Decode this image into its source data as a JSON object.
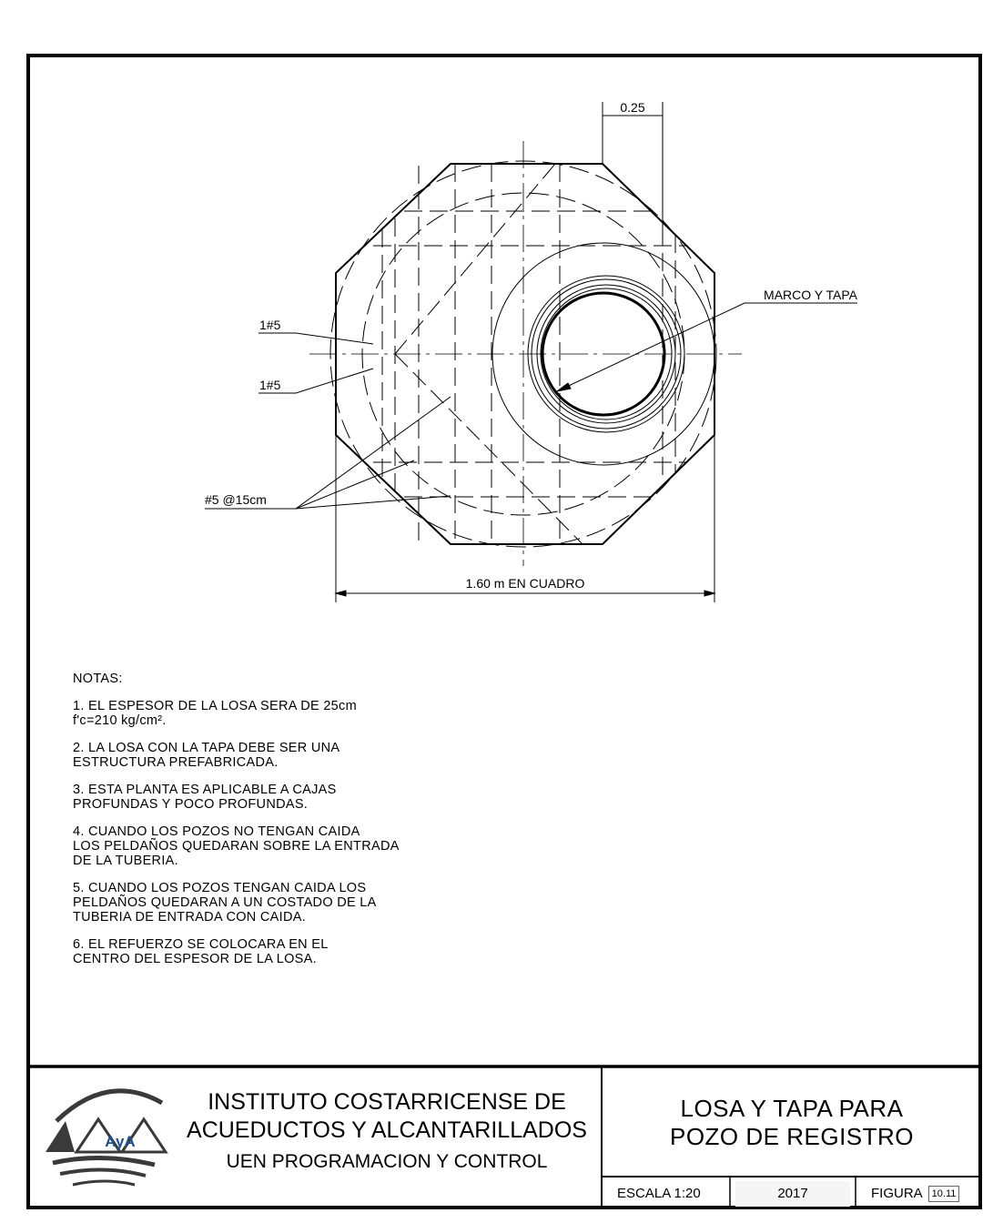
{
  "drawing": {
    "labels": {
      "dim_top": "0.25",
      "marco_y_tapa": "MARCO Y TAPA",
      "bar_1": "1#5",
      "bar_2": "1#5",
      "bar_spacing": "#5 @15cm",
      "dim_bottom": "1.60 m EN CUADRO"
    }
  },
  "notes": {
    "heading": "NOTAS:",
    "items": [
      "1. EL ESPESOR DE LA LOSA SERA DE 25cm\nf'c=210 kg/cm².",
      "2. LA LOSA CON LA TAPA DEBE SER UNA\nESTRUCTURA PREFABRICADA.",
      "3. ESTA PLANTA ES APLICABLE A CAJAS\nPROFUNDAS Y POCO PROFUNDAS.",
      "4. CUANDO LOS POZOS NO TENGAN CAIDA\nLOS PELDAÑOS QUEDARAN SOBRE LA ENTRADA\nDE LA TUBERIA.",
      "5. CUANDO LOS POZOS TENGAN CAIDA LOS\nPELDAÑOS QUEDARAN A UN COSTADO DE LA\nTUBERIA DE ENTRADA CON CAIDA.",
      "6. EL REFUERZO SE COLOCARA EN EL\nCENTRO DEL ESPESOR DE LA LOSA."
    ]
  },
  "title_block": {
    "logo_text": "AyA",
    "org_line1": "INSTITUTO COSTARRICENSE DE",
    "org_line2": "ACUEDUCTOS Y ALCANTARILLADOS",
    "org_line3": "UEN PROGRAMACION Y CONTROL",
    "title_line1": "LOSA Y TAPA PARA",
    "title_line2": "POZO DE REGISTRO",
    "escala": "ESCALA 1:20",
    "year": "2017",
    "figura_label": "FIGURA",
    "figura_number": "10.11"
  },
  "colors": {
    "line": "#000000",
    "logo_blue": "#1e4f8a"
  }
}
